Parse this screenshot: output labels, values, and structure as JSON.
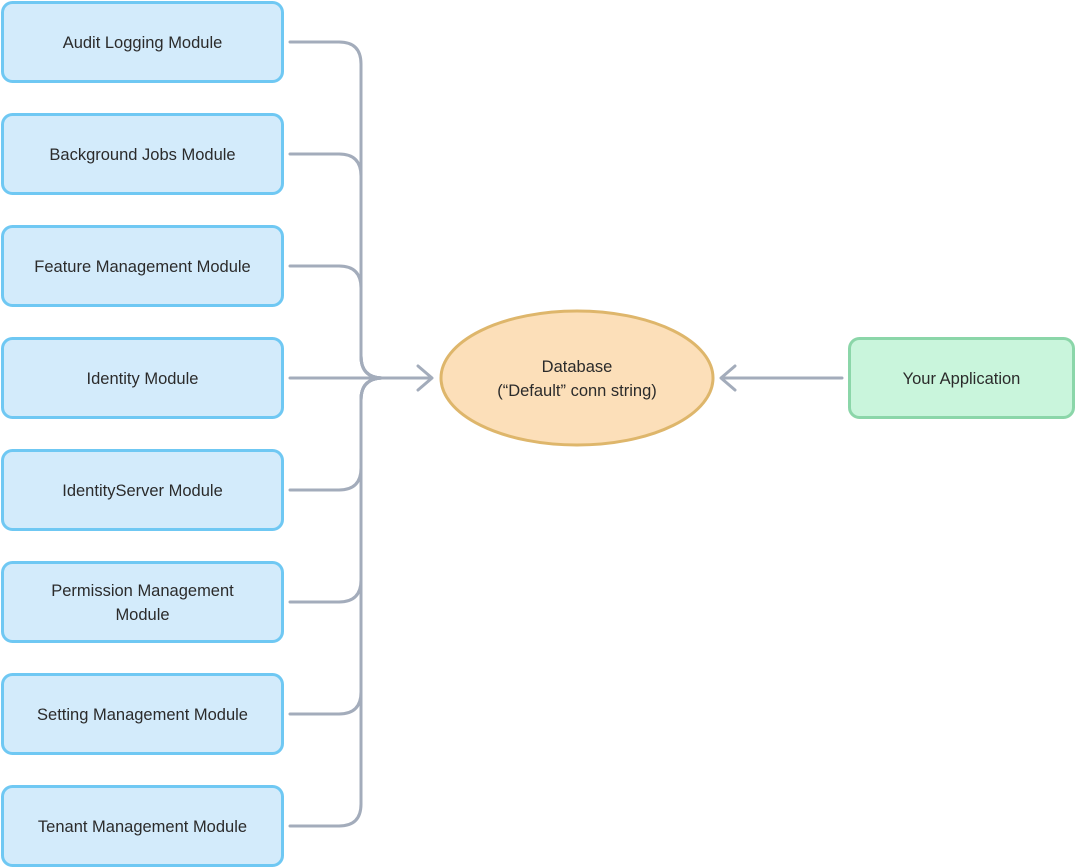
{
  "modules": [
    {
      "id": "audit-logging",
      "lines": [
        "Audit Logging Module"
      ]
    },
    {
      "id": "background-jobs",
      "lines": [
        "Background Jobs Module"
      ]
    },
    {
      "id": "feature-management",
      "lines": [
        "Feature Management Module"
      ]
    },
    {
      "id": "identity",
      "lines": [
        "Identity Module"
      ]
    },
    {
      "id": "identityserver",
      "lines": [
        "IdentityServer Module"
      ]
    },
    {
      "id": "permission-management",
      "lines": [
        "Permission Management",
        "Module"
      ]
    },
    {
      "id": "setting-management",
      "lines": [
        "Setting Management Module"
      ]
    },
    {
      "id": "tenant-management",
      "lines": [
        "Tenant Management Module"
      ]
    }
  ],
  "database": {
    "lines": [
      "Database",
      "(“Default” conn string)"
    ]
  },
  "application": {
    "label": "Your Application"
  },
  "colors": {
    "module_fill": "#d3ebfb",
    "module_border": "#6fc8f3",
    "database_fill": "#fcdfb9",
    "database_border": "#deb66b",
    "app_fill": "#c9f5dc",
    "app_border": "#8bd6a9",
    "connector": "#a3acbb",
    "text": "#2b2b2b"
  }
}
